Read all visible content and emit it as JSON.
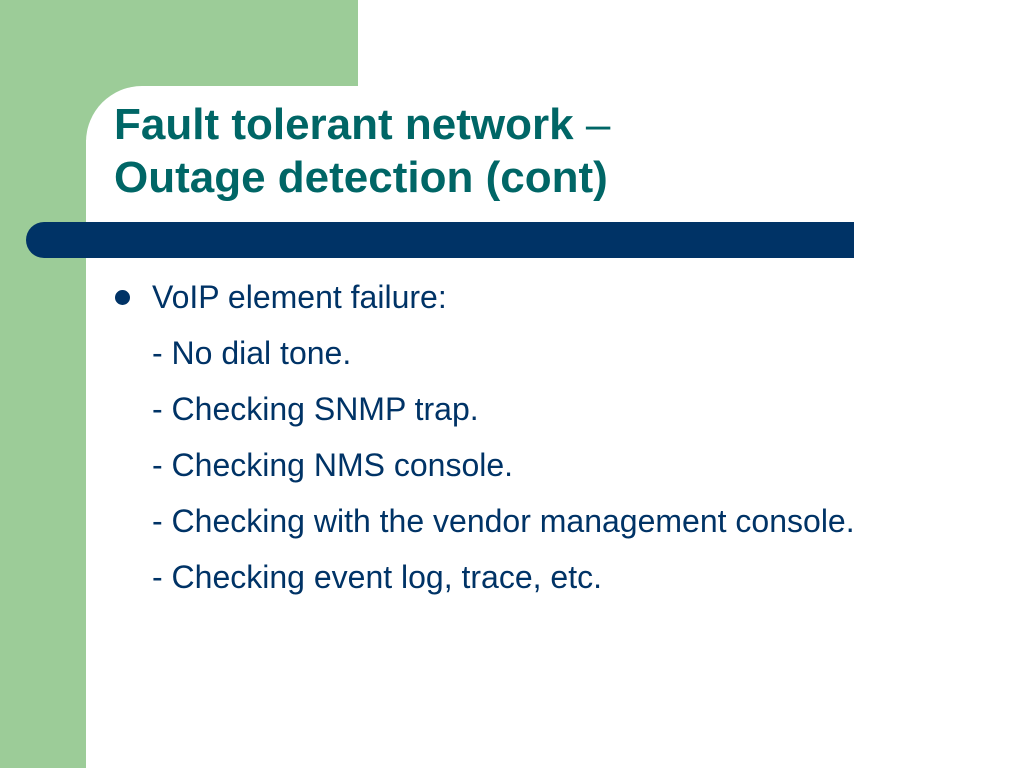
{
  "colors": {
    "accent_green": "#9ccc98",
    "bar_navy": "#003366",
    "title_teal": "#006666",
    "body_navy": "#003366"
  },
  "slide": {
    "title_line1": "Fault tolerant network",
    "title_dash": " –",
    "title_line2": "Outage detection (cont)",
    "bullet": {
      "icon": "filled-circle-bullet",
      "text": "VoIP element failure:"
    },
    "sub_items": [
      "- No dial tone.",
      "- Checking SNMP trap.",
      "- Checking NMS console.",
      "- Checking with the vendor management console.",
      "- Checking event log, trace, etc."
    ]
  }
}
